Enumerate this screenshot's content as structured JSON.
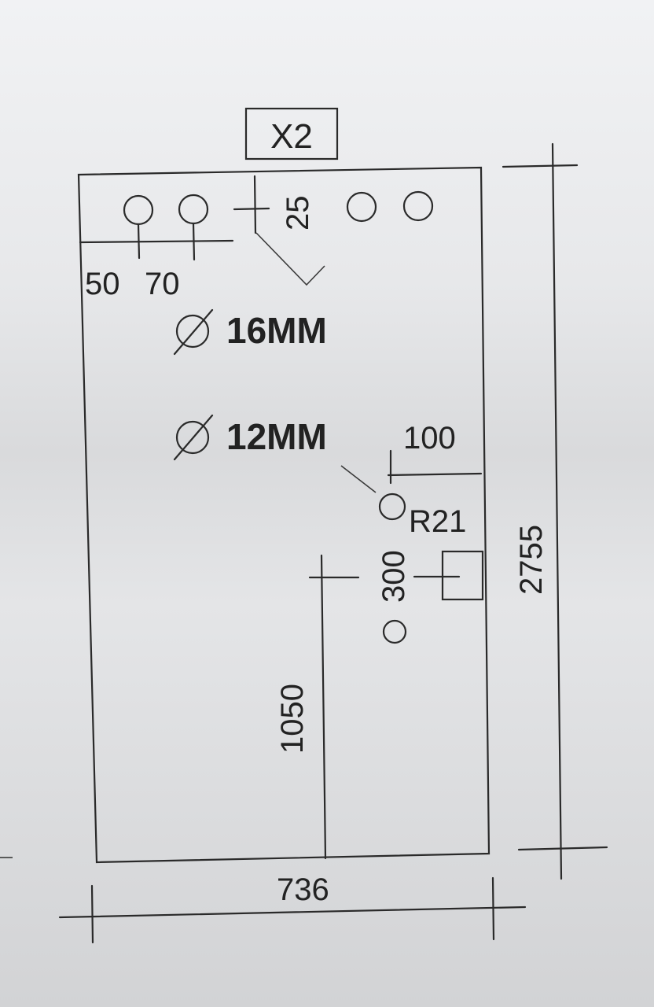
{
  "tag": "X2",
  "dimensions": {
    "total_height": "2755",
    "total_width": "736",
    "left_offset_a": "50",
    "left_offset_b": "70",
    "top_offset": "25",
    "right_offset": "100",
    "vertical_gap": "300",
    "bottom_height": "1050"
  },
  "callouts": {
    "hole_large": "16MM",
    "hole_small": "12MM",
    "radius": "R21"
  }
}
